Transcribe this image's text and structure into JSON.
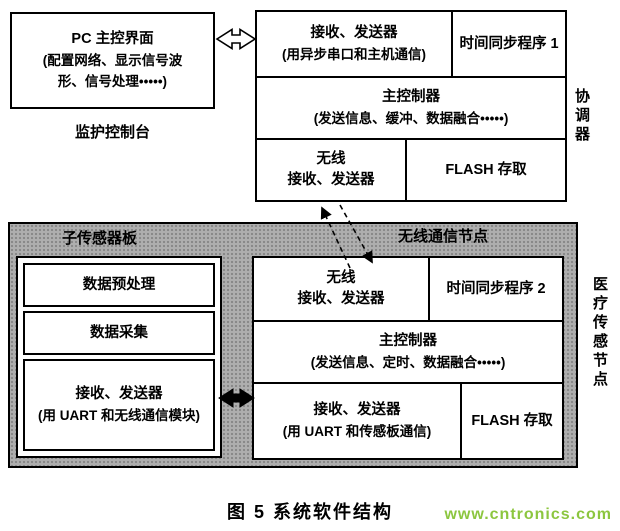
{
  "pc": {
    "title": "PC 主控界面",
    "desc1": "(配置网络、显示信号波",
    "desc2": "形、信号处理•••••)",
    "label": "监护控制台"
  },
  "coordinator": {
    "side_label": "协调器",
    "rxtx_title": "接收、发送器",
    "rxtx_desc": "(用异步串口和主机通信)",
    "timesync": "时间同步程序 1",
    "ctrl_title": "主控制器",
    "ctrl_desc": "(发送信息、缓冲、数据融合•••••)",
    "wireless_line1": "无线",
    "wireless_line2": "接收、发送器",
    "flash": "FLASH 存取"
  },
  "sensor_node": {
    "side_label": "医疗传感节点",
    "panel_label_left": "子传感器板",
    "panel_label_right": "无线通信节点",
    "sub_board": {
      "preprocess": "数据预处理",
      "acquire": "数据采集",
      "rxtx_title": "接收、发送器",
      "rxtx_desc": "(用 UART 和无线通信模块)"
    },
    "node": {
      "wireless_line1": "无线",
      "wireless_line2": "接收、发送器",
      "timesync": "时间同步程序 2",
      "ctrl_title": "主控制器",
      "ctrl_desc": "(发送信息、定时、数据融合•••••)",
      "rxtx_title": "接收、发送器",
      "rxtx_desc": "(用 UART 和传感板通信)",
      "flash": "FLASH 存取"
    }
  },
  "caption": "图 5   系统软件结构",
  "watermark": "www.cntronics.com",
  "colors": {
    "watermark_green": "#8cc63f",
    "panel_gray": "#aeaeae",
    "line_black": "#000000"
  }
}
